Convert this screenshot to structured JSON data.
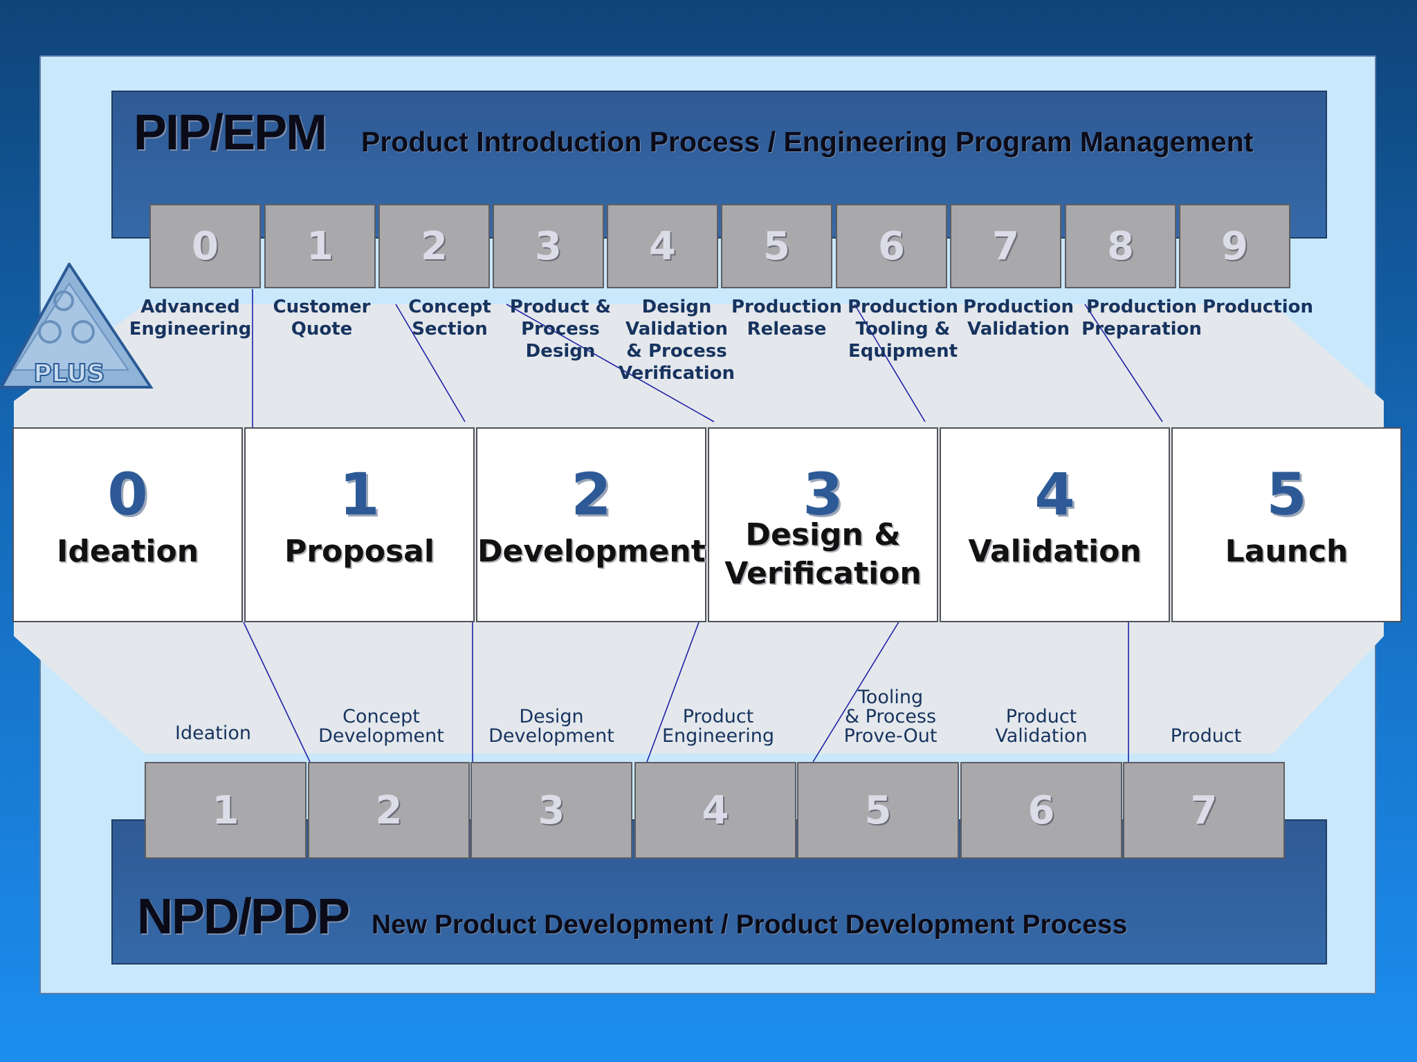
{
  "top": {
    "acronym": "PIP/EPM",
    "subtitle": "Product Introduction Process / Engineering Program Management",
    "phases": [
      {
        "num": "0",
        "label": "Advanced\nEngineering"
      },
      {
        "num": "1",
        "label": "Customer\nQuote"
      },
      {
        "num": "2",
        "label": "Concept\nSection"
      },
      {
        "num": "3",
        "label": "Product &\nProcess\nDesign"
      },
      {
        "num": "4",
        "label": "Design\nValidation\n& Process\nVerification"
      },
      {
        "num": "5",
        "label": "Production\nRelease"
      },
      {
        "num": "6",
        "label": "Production\nTooling &\nEquipment"
      },
      {
        "num": "7",
        "label": "Production\nValidation"
      },
      {
        "num": "8",
        "label": "Production\nPreparation"
      },
      {
        "num": "9",
        "label": "Production"
      }
    ]
  },
  "stages": [
    {
      "num": "0",
      "name": "Ideation"
    },
    {
      "num": "1",
      "name": "Proposal"
    },
    {
      "num": "2",
      "name": "Development"
    },
    {
      "num": "3",
      "name": "Design &\nVerification"
    },
    {
      "num": "4",
      "name": "Validation"
    },
    {
      "num": "5",
      "name": "Launch"
    }
  ],
  "bottom": {
    "acronym": "NPD/PDP",
    "subtitle": "New Product Development / Product Development Process",
    "phases": [
      {
        "num": "1",
        "label": "Ideation"
      },
      {
        "num": "2",
        "label": "Concept\nDevelopment"
      },
      {
        "num": "3",
        "label": "Design\nDevelopment"
      },
      {
        "num": "4",
        "label": "Product\nEngineering"
      },
      {
        "num": "5",
        "label": "Tooling\n& Process\nProve-Out"
      },
      {
        "num": "6",
        "label": "Product\nValidation"
      },
      {
        "num": "7",
        "label": "Product"
      }
    ]
  },
  "logo": {
    "text": "PLUS",
    "colors": {
      "fill": "#8fb4d8",
      "edge": "#2a5a96"
    }
  },
  "colors": {
    "panel": "#3569a8",
    "gray_box": "#a9a9ab",
    "stage_number": "#2d5a96",
    "connector": "#2020a8"
  }
}
